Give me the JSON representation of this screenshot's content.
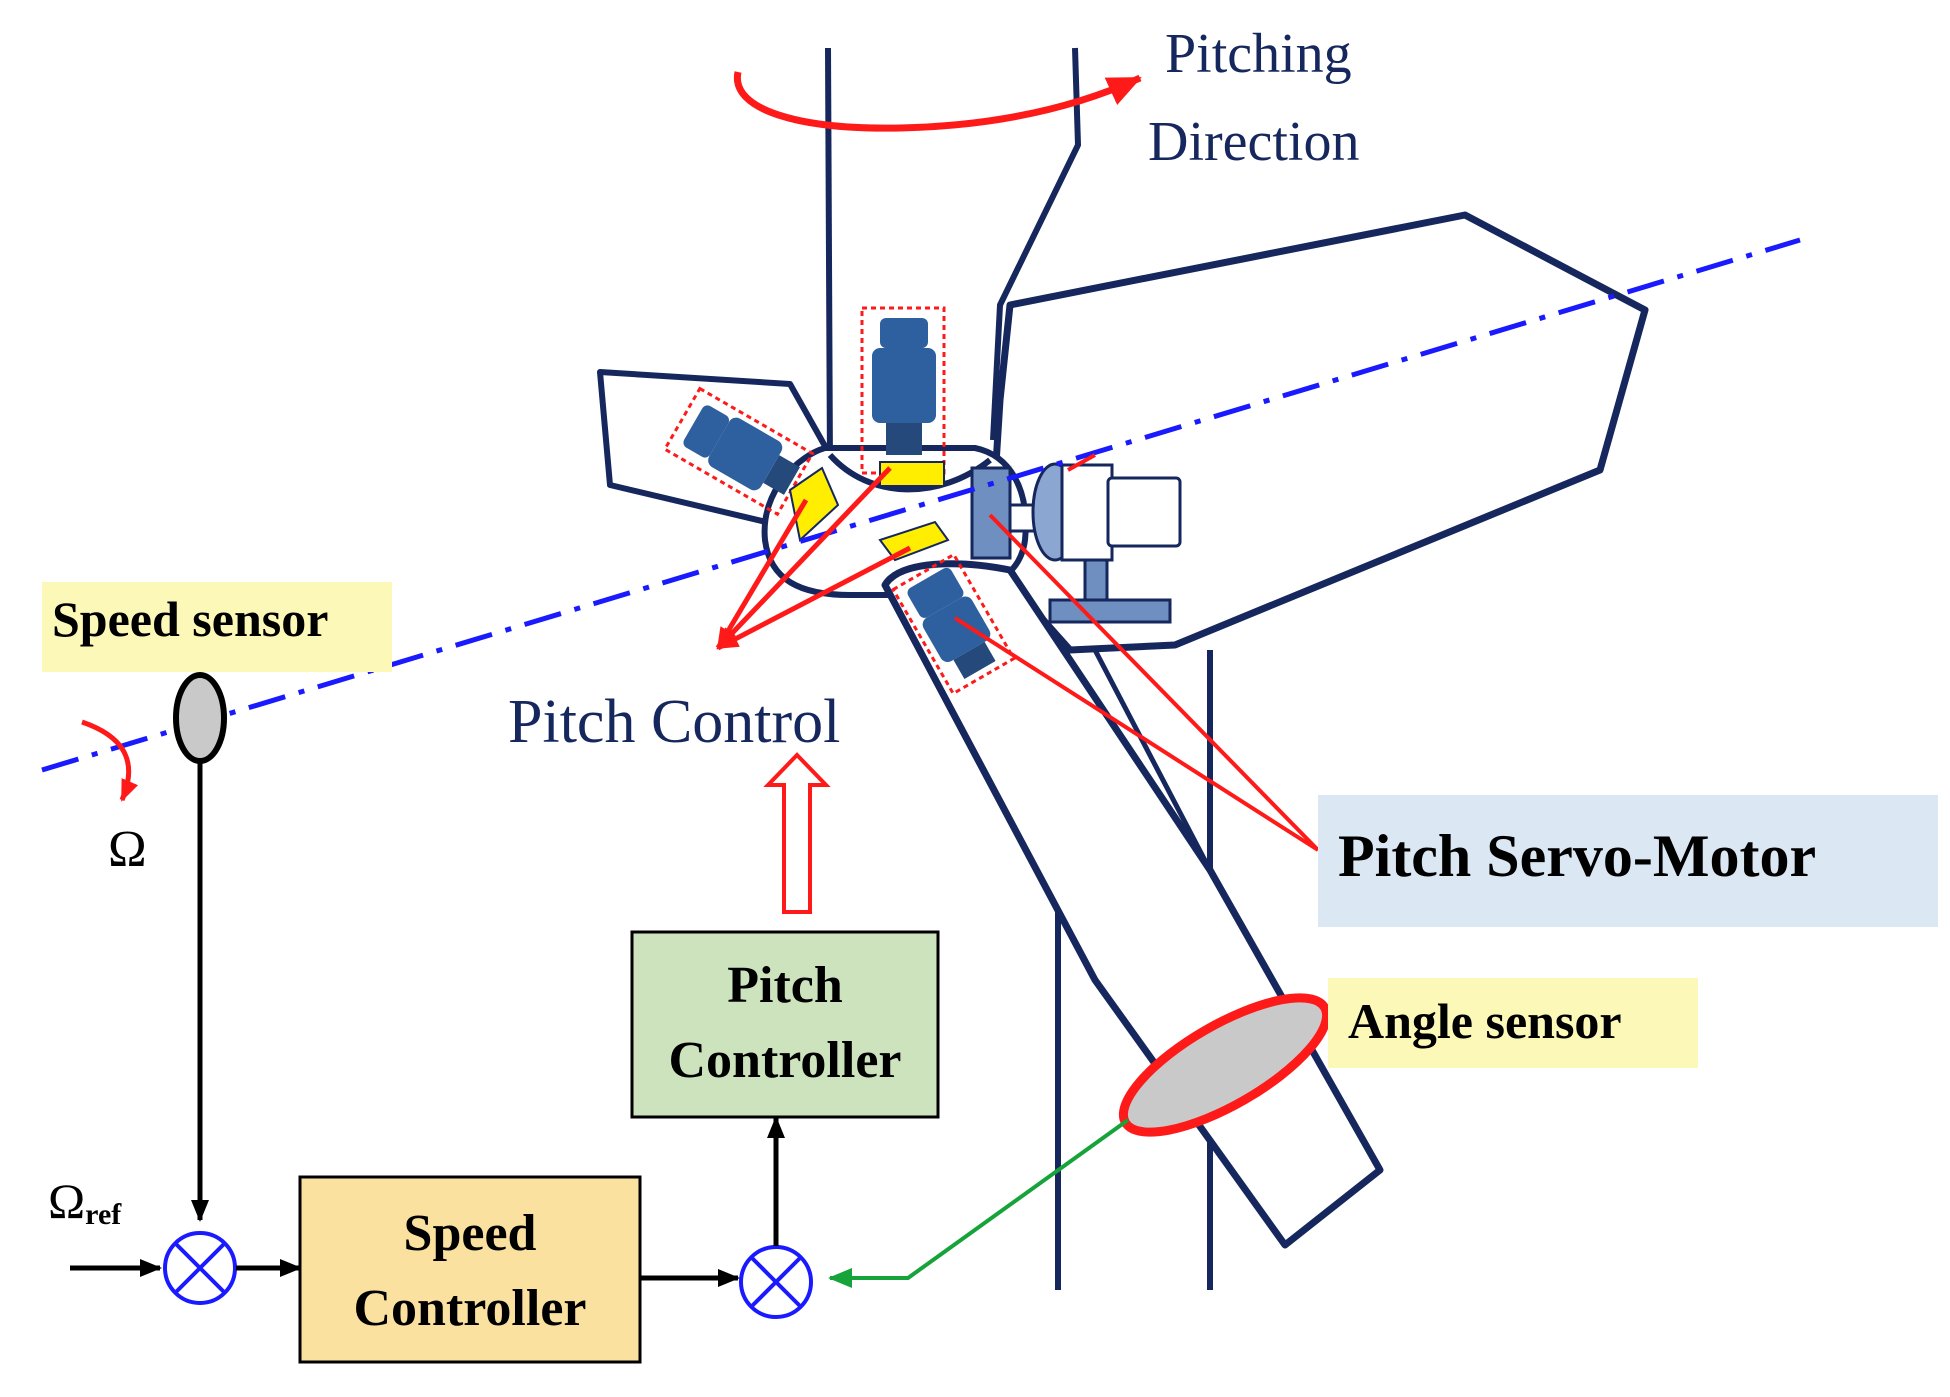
{
  "labels": {
    "pitching_direction_line1": "Pitching",
    "pitching_direction_line2": "Direction",
    "pitch_control": "Pitch Control",
    "speed_sensor": "Speed sensor",
    "omega": "Ω",
    "omega_ref_base": "Ω",
    "omega_ref_sub": "ref",
    "pitch_servo_motor": "Pitch Servo-Motor",
    "angle_sensor": "Angle sensor",
    "pitch_controller_line1": "Pitch",
    "pitch_controller_line2": "Controller",
    "speed_controller_line1": "Speed",
    "speed_controller_line2": "Controller"
  },
  "colors": {
    "structure": "#16275e",
    "axis": "#1a1aff",
    "arrow_red": "#ff1a1a",
    "label_highlight_yellow": "#fcf8b8",
    "label_highlight_blue": "#dbe7f3",
    "pitch_controller_fill": "#cde3bd",
    "speed_controller_fill": "#fbe1a0",
    "feedback_green": "#16a33a",
    "sensor_gray": "#bdbdbd",
    "motor_blue": "#2e5f9e",
    "yellow_plate": "#ffee00"
  }
}
